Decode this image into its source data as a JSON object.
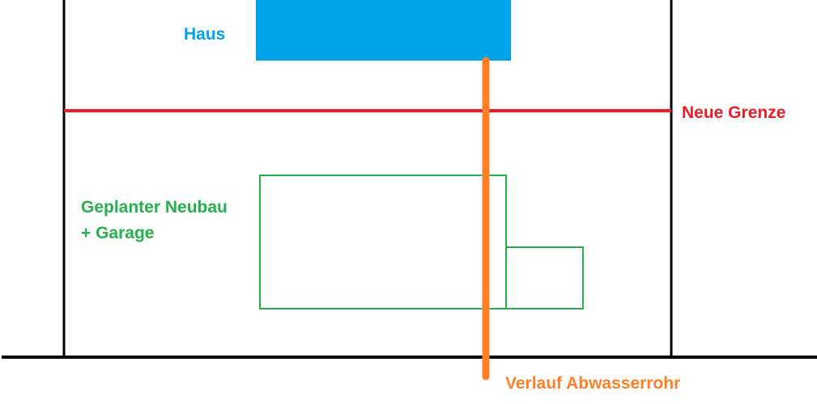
{
  "labels": {
    "house": "Haus",
    "new_boundary": "Neue Grenze",
    "planned_building_line1": "Geplanter Neubau",
    "planned_building_line2": "+ Garage",
    "sewer_pipe": "Verlauf Abwasserrohr"
  },
  "colors": {
    "house": "#00a2e8",
    "new_boundary": "#ed1c24",
    "planned_building": "#22b14c",
    "sewer_pipe": "#ff7f27",
    "property_lines": "#000000"
  }
}
